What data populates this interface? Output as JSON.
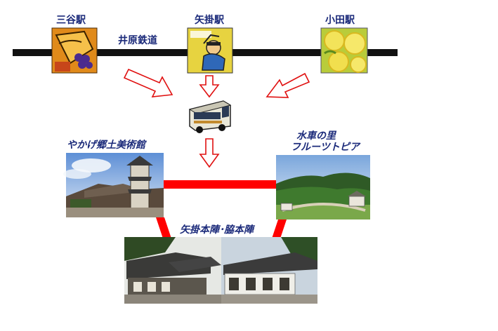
{
  "railway": {
    "line_name": "井原鉄道",
    "stations": [
      {
        "id": "sanya",
        "label": "三谷駅"
      },
      {
        "id": "yakage",
        "label": "矢掛駅"
      },
      {
        "id": "oda",
        "label": "小田駅"
      }
    ]
  },
  "places": {
    "museum": {
      "label": "やかげ郷土美術館"
    },
    "fruit_park": {
      "label_line1": "水車の里",
      "label_line2": "フルーツトピア"
    },
    "honjin": {
      "label": "矢掛本陣･脇本陣"
    }
  },
  "colors": {
    "rail": "#111111",
    "arrow": "#e01010",
    "link": "#ff0000",
    "label": "#1b2a7a"
  },
  "icons": [
    "bus-icon"
  ]
}
